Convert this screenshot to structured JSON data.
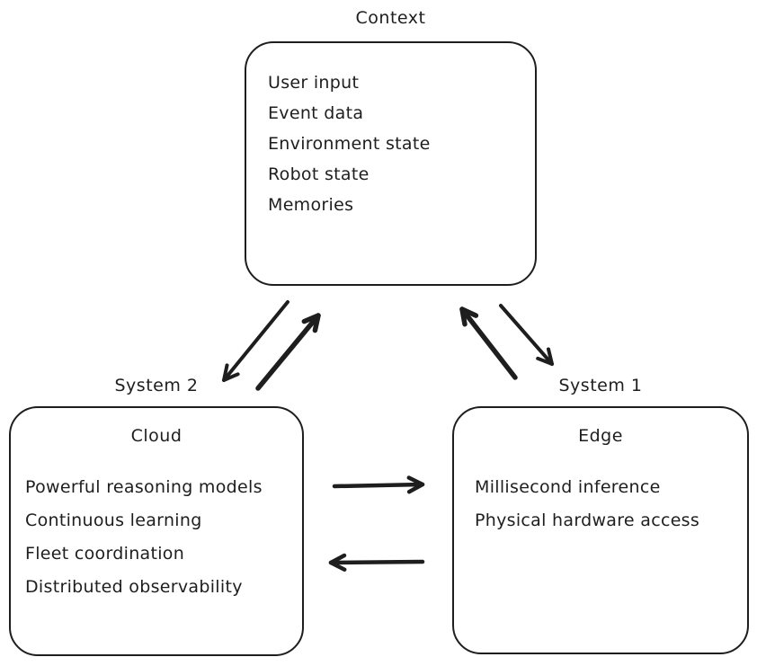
{
  "diagram": {
    "background_color": "#ffffff",
    "stroke_color": "#1e1e1e",
    "nodes": [
      {
        "id": "context",
        "label": "Context",
        "title": "",
        "items": [
          "User input",
          "Event data",
          "Environment state",
          "Robot state",
          "Memories"
        ]
      },
      {
        "id": "system2",
        "label": "System 2",
        "title": "Cloud",
        "items": [
          "Powerful reasoning models",
          "Continuous learning",
          "Fleet coordination",
          "Distributed observability"
        ]
      },
      {
        "id": "system1",
        "label": "System 1",
        "title": "Edge",
        "items": [
          "Millisecond inference",
          "Physical hardware access"
        ]
      }
    ],
    "edges": [
      {
        "name": "arrow-context-to-system2",
        "from": "context",
        "to": "system2",
        "direction": "down-left"
      },
      {
        "name": "arrow-system2-to-context",
        "from": "system2",
        "to": "context",
        "direction": "up-right"
      },
      {
        "name": "arrow-system1-to-context",
        "from": "system1",
        "to": "context",
        "direction": "up-left"
      },
      {
        "name": "arrow-context-to-system1",
        "from": "context",
        "to": "system1",
        "direction": "down-right"
      },
      {
        "name": "arrow-cloud-to-edge",
        "from": "system2",
        "to": "system1",
        "direction": "right"
      },
      {
        "name": "arrow-edge-to-cloud",
        "from": "system1",
        "to": "system2",
        "direction": "left"
      }
    ]
  }
}
